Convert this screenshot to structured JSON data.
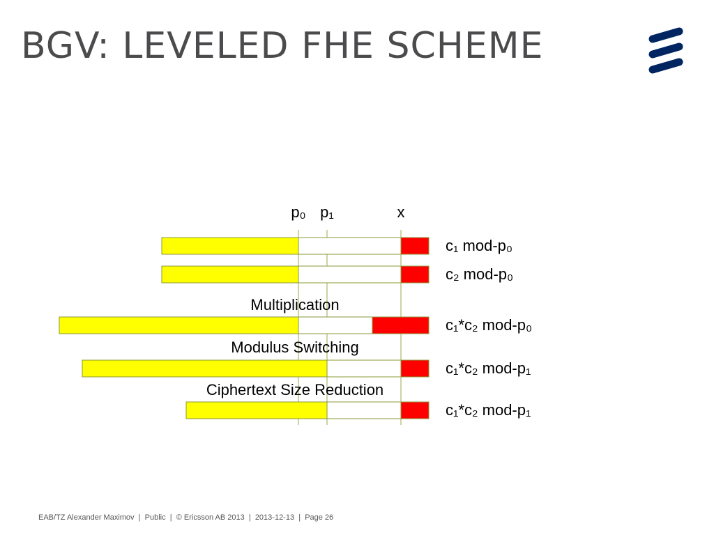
{
  "slide": {
    "title": "BGV: Leveled FHE Scheme"
  },
  "diagram": {
    "markers": [
      {
        "label": "p₀"
      },
      {
        "label": "p₁"
      },
      {
        "label": "x"
      }
    ],
    "rows": [
      {
        "label": "c₁ mod-p₀"
      },
      {
        "label": "c₂ mod-p₀"
      },
      {
        "label": "c₁*c₂ mod-p₀"
      },
      {
        "label": "c₁*c₂ mod-p₁"
      },
      {
        "label": "c₁*c₂ mod-p₁"
      }
    ],
    "steps": [
      {
        "label": "Multiplication"
      },
      {
        "label": "Modulus Switching"
      },
      {
        "label": "Ciphertext Size Reduction"
      }
    ],
    "colors": {
      "signal": "#ffff00",
      "noise": "#ff0000",
      "outline": "#8a9a3a",
      "guide": "#9aaa4a"
    }
  },
  "footer": {
    "author": "EAB/TZ Alexander Maximov",
    "classification": "Public",
    "copyright": "© Ericsson AB 2013",
    "date": "2013-12-13",
    "page": "Page 26"
  }
}
